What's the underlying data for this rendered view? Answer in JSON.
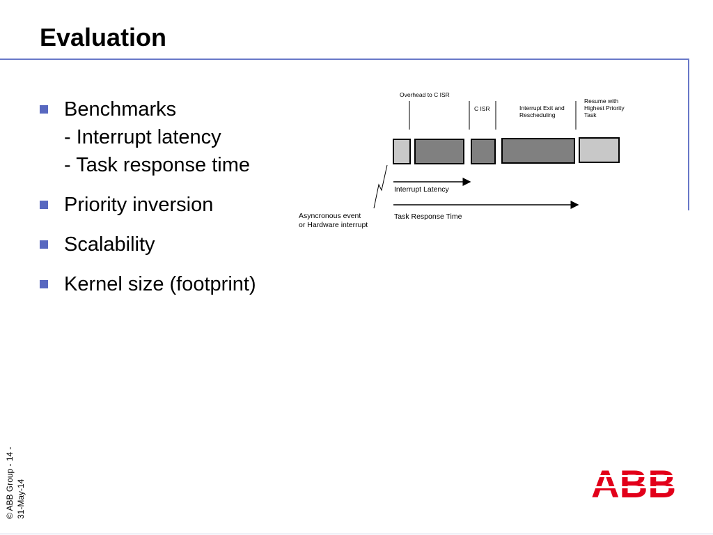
{
  "slide": {
    "title": "Evaluation",
    "bullets": [
      {
        "text": "Benchmarks",
        "subs": [
          "- Interrupt latency",
          "- Task response time"
        ]
      },
      {
        "text": "Priority inversion"
      },
      {
        "text": "Scalability"
      },
      {
        "text": "Kernel size (footprint)"
      }
    ],
    "footer": {
      "line1": "© ABB Group - 14 -",
      "line2": "31-May-14"
    },
    "logo_text": "ABB",
    "accent_color": "#5868c0",
    "logo_color": "#e2001a"
  },
  "diagram": {
    "labels": {
      "overhead": "Overhead to C ISR",
      "cisr": "C ISR",
      "exit_line1": "Interrupt Exit and",
      "exit_line2": "Rescheduling",
      "resume_line1": "Resume with",
      "resume_line2": "Highest Priority",
      "resume_line3": "Task",
      "interrupt_latency": "Interrupt Latency",
      "task_response": "Task Response Time",
      "event_line1": "Asyncronous event",
      "event_line2": "or Hardware interrupt"
    },
    "colors": {
      "light": "#c8c8c8",
      "dark": "#808080"
    }
  }
}
